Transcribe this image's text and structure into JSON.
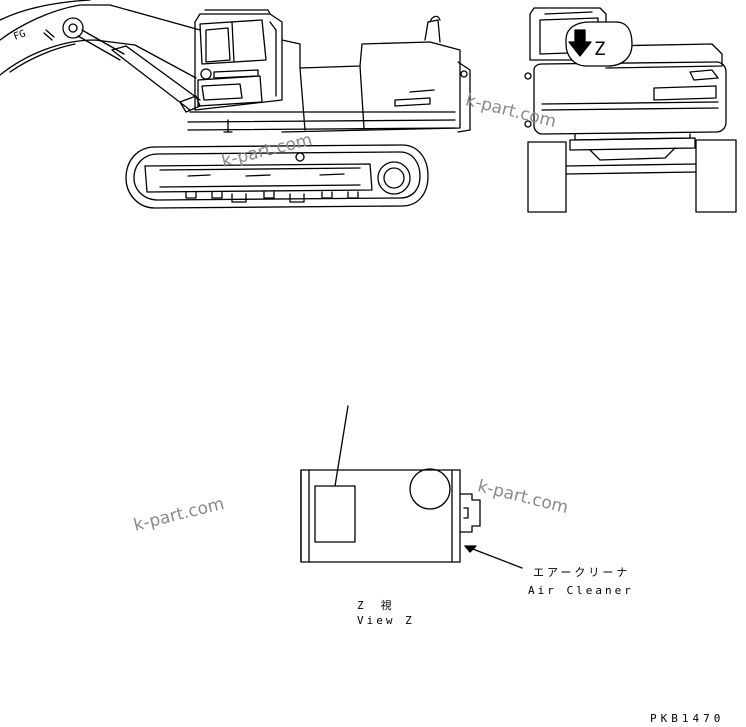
{
  "view_marker": "Z",
  "air_cleaner": {
    "label_jp": "エアークリーナ",
    "label_en": "Air Cleaner"
  },
  "view_caption": {
    "jp": "Z　視",
    "en": "View Z"
  },
  "drawing_code": "PKB1470",
  "watermark": "k-part.com"
}
